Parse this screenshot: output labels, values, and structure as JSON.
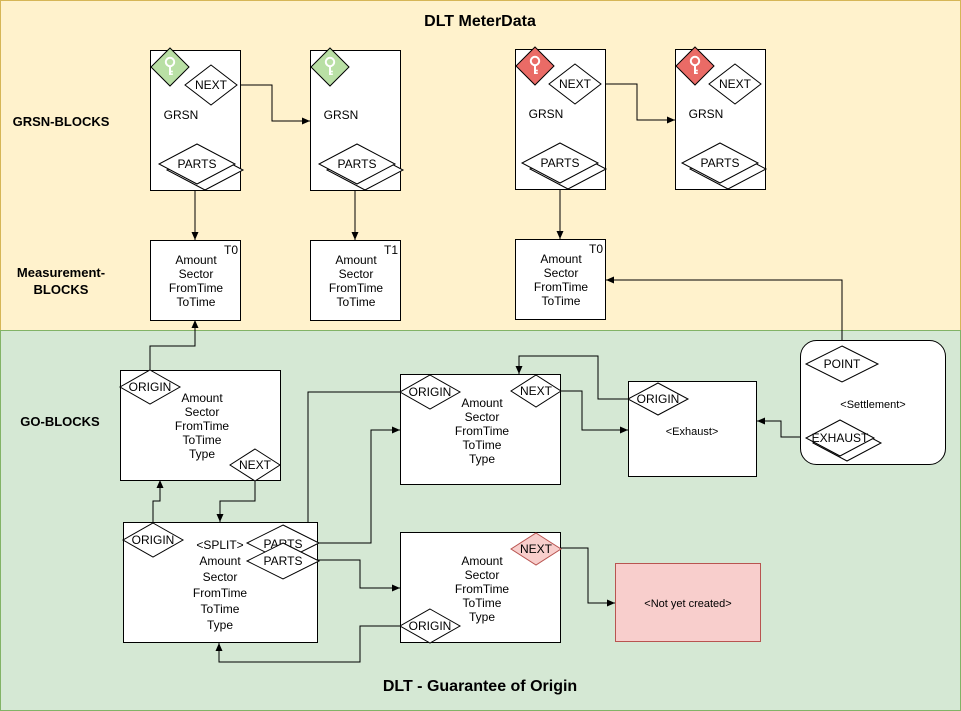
{
  "title_top": "DLT MeterData",
  "title_bottom": "DLT - Guarantee of Origin",
  "section_labels": {
    "grsn_blocks": "GRSN-BLOCKS",
    "measurement_line1": "Measurement-",
    "measurement_line2": "BLOCKS",
    "go_blocks": "GO-BLOCKS"
  },
  "colors": {
    "meter_bg": "#fff2cc",
    "meter_border": "#d6b656",
    "go_bg": "#d5e8d4",
    "go_border": "#82b366",
    "key_green": "#b9e0a5",
    "key_red": "#ea6b66",
    "pink_fill": "#f8cecc",
    "pink_border": "#b85450"
  },
  "icons": {
    "key": "key-icon"
  },
  "grsn": [
    {
      "label": "GRSN",
      "next": "NEXT",
      "parts": "PARTS",
      "key_color": "green"
    },
    {
      "label": "GRSN",
      "parts": "PARTS",
      "key_color": "green"
    },
    {
      "label": "GRSN",
      "next": "NEXT",
      "parts": "PARTS",
      "key_color": "red"
    },
    {
      "label": "GRSN",
      "next": "NEXT",
      "parts": "PARTS",
      "key_color": "red"
    }
  ],
  "measurement": [
    {
      "tag": "T0",
      "lines": [
        "Amount",
        "Sector",
        "FromTime",
        "ToTime"
      ]
    },
    {
      "tag": "T1",
      "lines": [
        "Amount",
        "Sector",
        "FromTime",
        "ToTime"
      ]
    },
    {
      "tag": "T0",
      "lines": [
        "Amount",
        "Sector",
        "FromTime",
        "ToTime"
      ]
    }
  ],
  "go": {
    "go1": {
      "origin": "ORIGIN",
      "next": "NEXT",
      "lines": [
        "Amount",
        "Sector",
        "FromTime",
        "ToTime",
        "Type"
      ]
    },
    "go2": {
      "origin": "ORIGIN",
      "next": "NEXT",
      "lines": [
        "Amount",
        "Sector",
        "FromTime",
        "ToTime",
        "Type"
      ]
    },
    "split": {
      "origin": "ORIGIN",
      "parts1": "PARTS",
      "parts2": "PARTS",
      "lines": [
        "<SPLIT>",
        "Amount",
        "Sector",
        "FromTime",
        "ToTime",
        "Type"
      ]
    },
    "go3": {
      "origin": "ORIGIN",
      "next": "NEXT",
      "lines": [
        "Amount",
        "Sector",
        "FromTime",
        "ToTime",
        "Type"
      ]
    },
    "exhaust": {
      "origin": "ORIGIN",
      "label": "<Exhaust>"
    },
    "settlement": {
      "point": "POINT",
      "label": "<Settlement>",
      "exhaust": "EXHAUST"
    },
    "not_created": {
      "label": "<Not yet created>"
    }
  }
}
